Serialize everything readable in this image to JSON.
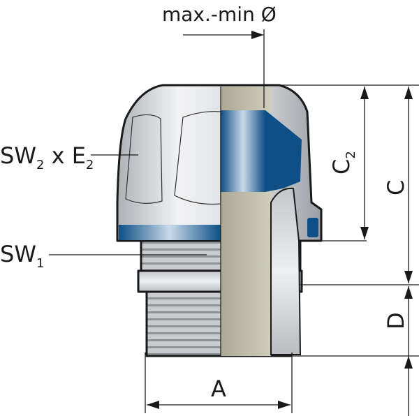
{
  "title": "Cable gland dimension drawing",
  "labels": {
    "diameter": "max.-min Ø",
    "sw2_main": "SW",
    "sw2_sub": "2",
    "sw2_x": " x E",
    "e2_sub": "2",
    "sw1_main": "SW",
    "sw1_sub": "1",
    "c2_main": "C",
    "c2_sub": "2",
    "c": "C",
    "d": "D",
    "a": "A"
  },
  "colors": {
    "blue": "#0d4f86",
    "metal": "#d5d7da",
    "insert": "#c2bfa8"
  }
}
